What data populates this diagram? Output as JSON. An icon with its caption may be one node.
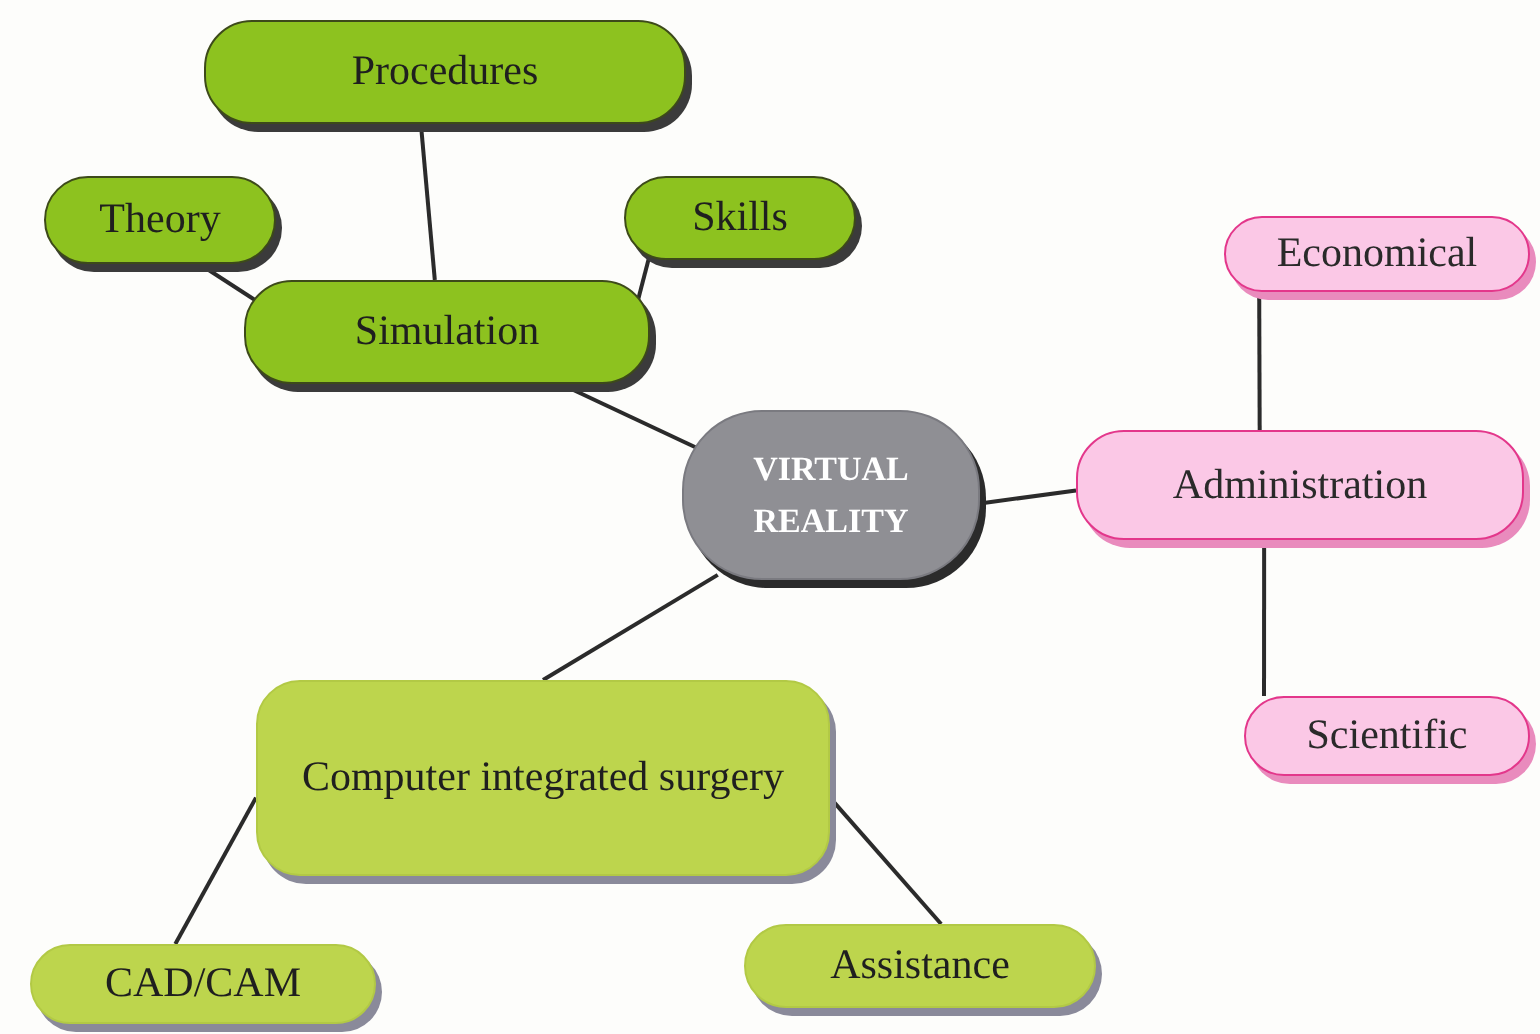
{
  "diagram": {
    "nodes": [
      {
        "text": [
          "VIRTUAL REALITY"
        ]
      },
      {
        "text": [
          "Simulation"
        ]
      },
      {
        "text": [
          "Procedures"
        ]
      },
      {
        "text": [
          "Theory"
        ]
      },
      {
        "text": [
          "Skills"
        ]
      },
      {
        "text": [
          "Administration"
        ]
      },
      {
        "text": [
          "Economical"
        ]
      },
      {
        "text": [
          "Scientific"
        ]
      },
      {
        "text": [
          "Computer integrated surgery"
        ]
      },
      {
        "text": [
          "CAD/CAM"
        ]
      },
      {
        "text": [
          "Assistance"
        ]
      }
    ],
    "edges": [
      {
        "from": 0,
        "to": 1,
        "arrow": "none"
      },
      {
        "from": 1,
        "to": 2,
        "arrow": "none"
      },
      {
        "from": 1,
        "to": 3,
        "arrow": "none"
      },
      {
        "from": 1,
        "to": 4,
        "arrow": "none"
      },
      {
        "from": 0,
        "to": 5,
        "arrow": "none"
      },
      {
        "from": 5,
        "to": 6,
        "arrow": "none"
      },
      {
        "from": 5,
        "to": 7,
        "arrow": "none"
      },
      {
        "from": 0,
        "to": 8,
        "arrow": "none"
      },
      {
        "from": 8,
        "to": 9,
        "arrow": "none"
      },
      {
        "from": 8,
        "to": 10,
        "arrow": "none"
      }
    ]
  }
}
